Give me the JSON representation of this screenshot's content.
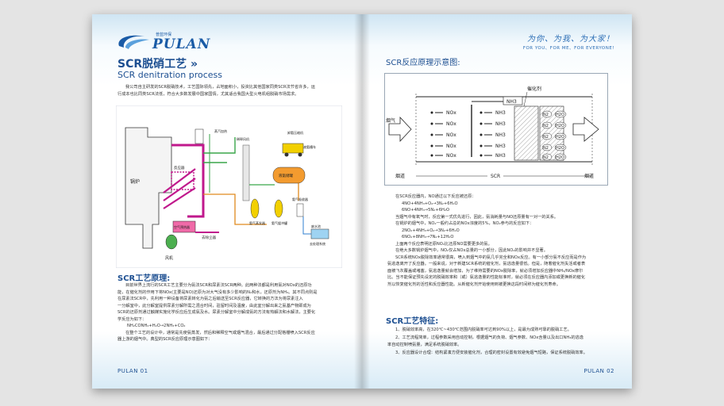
{
  "left": {
    "brand": "PULAN",
    "brand_small": "普蓝环保",
    "title_cn": "SCR脱硝工艺",
    "title_en": "SCR denitration process",
    "intro": [
      "我公司自主研发的SCR脱硝技术，工艺国际领先，占地面积小，投资比其他国家同类SCR法节省许多，运",
      "行成本也比同类SCR法低，符合大多数发展中国家国情，尤其适合我国大型火电机组脱硝市场需求。"
    ],
    "diagram_labels": {
      "boiler": "锅炉",
      "fan": "风机",
      "air_preheater": "空气预热器",
      "to_dust": "去除尘器",
      "reactor": "反应器",
      "ammonia_tank": "液氨储罐",
      "evaporator": "氨气蒸发器",
      "dilution_fan": "稀释风机",
      "buffer": "氨气缓冲罐",
      "absorber": "氨气吸收器",
      "waste_pool": "废水池",
      "to_treat": "去处理系统",
      "unload": "卸氨压缩机",
      "air_heat": "蒸汽加热",
      "truck": "液氨槽车"
    },
    "section1_title": "SCR工艺原理:",
    "section1_text": [
      "目前世界上流行的SCR工艺主要分为氨法SCR和尿素法SCR两种。此两种法都是利用氨对NOx的还原功",
      "能，在催化剂的作用下将NOx(主要是NO)还原为对大气没有多少影响的N₂和水，还原剂为NH₃。其不同点则是",
      "在尿素法SCR中，先利用一种设备将尿素转化为氨之后输送至SCR反应器，它转换的方法为将尿素注入",
      "一分解室中，此分解室提供尿素分解所需之混合时间，驻留时间及温度，由此室分解出来之氨基产物即成为",
      "SCR的还原剂通过触媒实施化学反应后生成氨及水。尿素分解室中分解成氨的方法有热解法和水解法，主要化",
      "学反应为如下："
    ],
    "formula": "NH₂CONH₂+H₂O→2NH₃+CO₂",
    "section1_tail": [
      "在整个工艺的设计中，通常是先使氨蒸发，然后和稀释空气或烟气混合，最后通过分配格栅喷入SCR反应",
      "器上游的烟气中。典型的SCR反应原理示意图如下："
    ],
    "footer": "PULAN 01"
  },
  "right": {
    "slogan_cn": "为你、为我、为大家！",
    "slogan_en": "FOR YOU、FOR ME、FOR EVERYONE!",
    "diagram_title": "SCR反应原理示意图:",
    "diagram": {
      "flue_gas": "烟气",
      "catalyst": "催化剂",
      "nh3": "NH3",
      "nox": "NOx",
      "n2": "N2",
      "h2o": "H2O",
      "duct_left": "烟道",
      "duct_right": "烟道",
      "scr": "SCR"
    },
    "text1": [
      "在SCR反应器内，NO通过以下反应被还原：",
      "4NO+4NH₃+O₂→3N₂+6H₂O",
      "6NO+4NH₃→5N₂+6H₂O",
      "当烟气中有氧气时，反应第一式优先进行，因此，氨消耗量与NO还原量有一对一的关系。",
      "在锅炉的烟气中，NO₂一般约占总的NOx浓度的5%，NO₂参与的反应如下：",
      "2NO₂+4NH₃+O₂→3N₂+6H₂O",
      "6NO₂+8NH₃→7N₂+12H₂O",
      "上面两个反应表明还原NO₂比还原NO需要更多的氨。",
      "在绝大多数锅炉烟气中，NO₂仅占NOx总量的一小部分，因此NO₂的影响并不显著。",
      "SCR系统NOx脱除效率通常很高，喷入到烟气中的氨几乎完全和NOx反应。有一小部分氨不反应而是作为",
      "氨逃逸离开了反应器。一般来说，对于新建SCR系统的催化剂，氨逃逸量很低。但是，随着催化剂失活或者表",
      "面被飞灰覆盖或堵塞，氨逃逸量就会增加，为了维持需要的NOx脱除率，就必须增加反应器中NH₃/NOx摩尔",
      "比。当不能保证预先设定的脱硝效率和（或）氨逃逸量的性能标准时，就必须在反应器内添加或更换新的催化",
      "剂以恢复催化剂的活性和反应器性能。从新催化剂开始使用到被更换这段时间称为催化剂寿命。"
    ],
    "section2_title": "SCR工艺特征:",
    "features": [
      "1、脱硝效率高，在320℃~430℃范围内脱硝率可达到90%以上，是最为成熟可靠的脱硝工艺。",
      "2、工艺流程简单，过程参数采用自动控制，根据烟气的负荷、烟气参数、NOx含量以及出口NH₃的逃逸",
      "率自动控制喷氨量，满足系统脱硝效率。",
      "3、反应器设计合理：结构紧凑方便安装催化剂，合理的密封设置有效避免烟气短路，保证系统脱硝效率。"
    ],
    "footer": "PULAN 02"
  },
  "colors": {
    "accent": "#1d4f91",
    "pipe_pink": "#c0188c",
    "pipe_green": "#3aa64a",
    "pipe_orange": "#e08a1e"
  }
}
